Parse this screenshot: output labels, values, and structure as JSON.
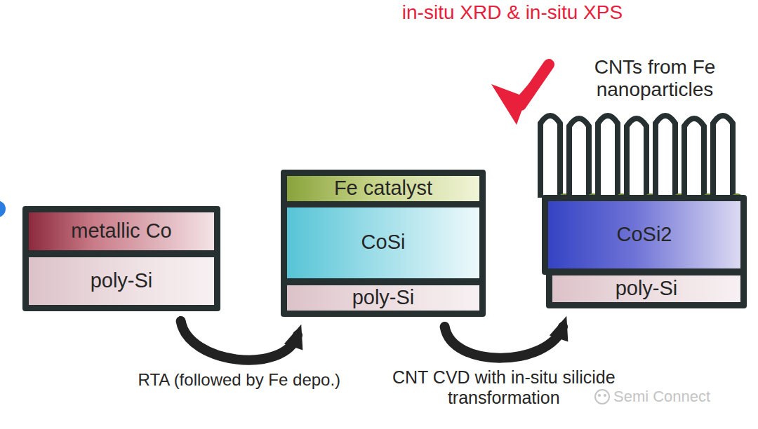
{
  "diagram": {
    "nodes": [
      {
        "text": [
          "metallic Co"
        ]
      },
      {
        "text": [
          "poly-Si"
        ]
      },
      {
        "text": [
          "Fe catalyst"
        ]
      },
      {
        "text": [
          "CoSi"
        ]
      },
      {
        "text": [
          "poly-Si"
        ]
      },
      {
        "text": [
          "CoSi2"
        ]
      },
      {
        "text": [
          "poly-Si"
        ]
      }
    ],
    "edges": [
      {
        "from": 1,
        "to": 4,
        "arrow": "to",
        "label": "RTA (followed by Fe depo.)"
      },
      {
        "from": 4,
        "to": 6,
        "arrow": "to",
        "label": "CNT CVD with in-situ silicide transformation"
      }
    ],
    "labels": [
      "in-situ XRD & in-situ XPS",
      "CNTs from Fe nanoparticles",
      "Semi Connect"
    ]
  }
}
